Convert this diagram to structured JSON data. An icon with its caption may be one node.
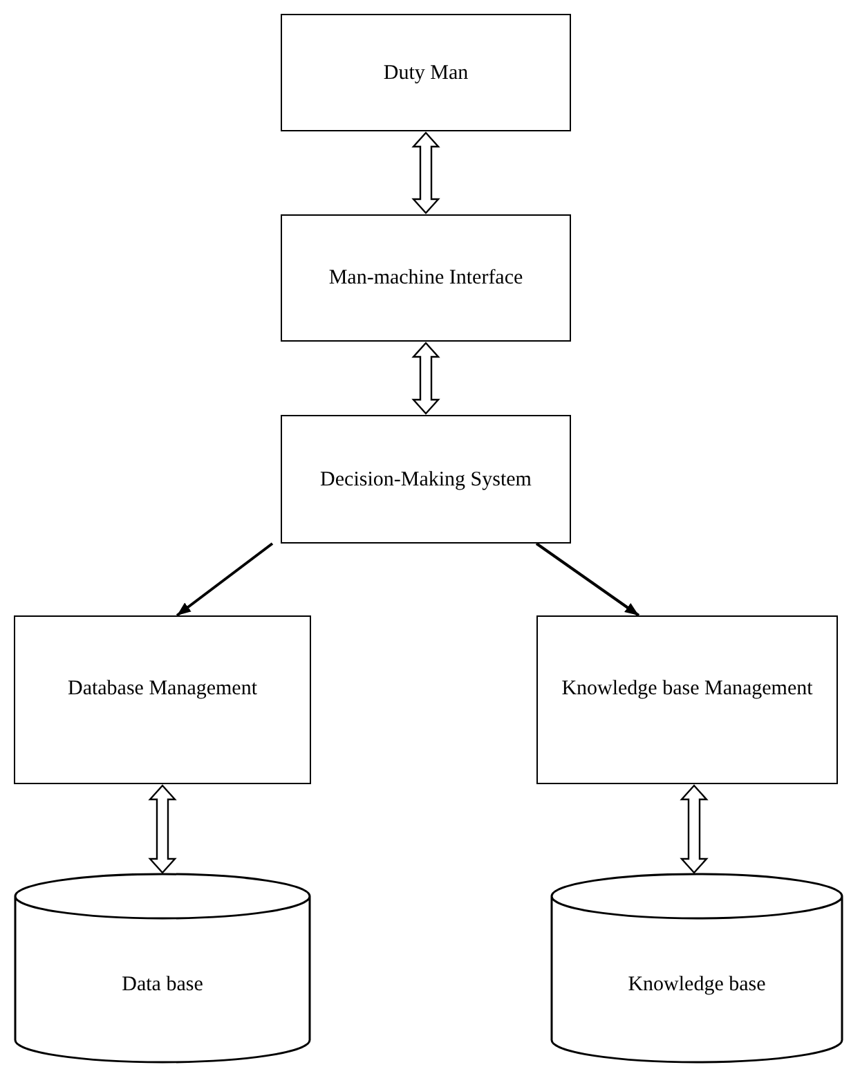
{
  "diagram": {
    "nodes": [
      {
        "text": [
          "Duty Man"
        ]
      },
      {
        "text": [
          "Man-machine Interface"
        ]
      },
      {
        "text": [
          "Decision-Making System"
        ]
      },
      {
        "text": [
          "Database Management"
        ]
      },
      {
        "text": [
          "Knowledge base Management"
        ]
      },
      {
        "text": [
          "Data base"
        ]
      },
      {
        "text": [
          "Knowledge base"
        ]
      }
    ],
    "edges": [
      {
        "from": 0,
        "to": 1,
        "arrow": "both"
      },
      {
        "from": 1,
        "to": 2,
        "arrow": "both"
      },
      {
        "from": 2,
        "to": 3,
        "arrow": "to"
      },
      {
        "from": 2,
        "to": 4,
        "arrow": "to"
      },
      {
        "from": 3,
        "to": 5,
        "arrow": "both"
      },
      {
        "from": 4,
        "to": 6,
        "arrow": "both"
      }
    ]
  }
}
